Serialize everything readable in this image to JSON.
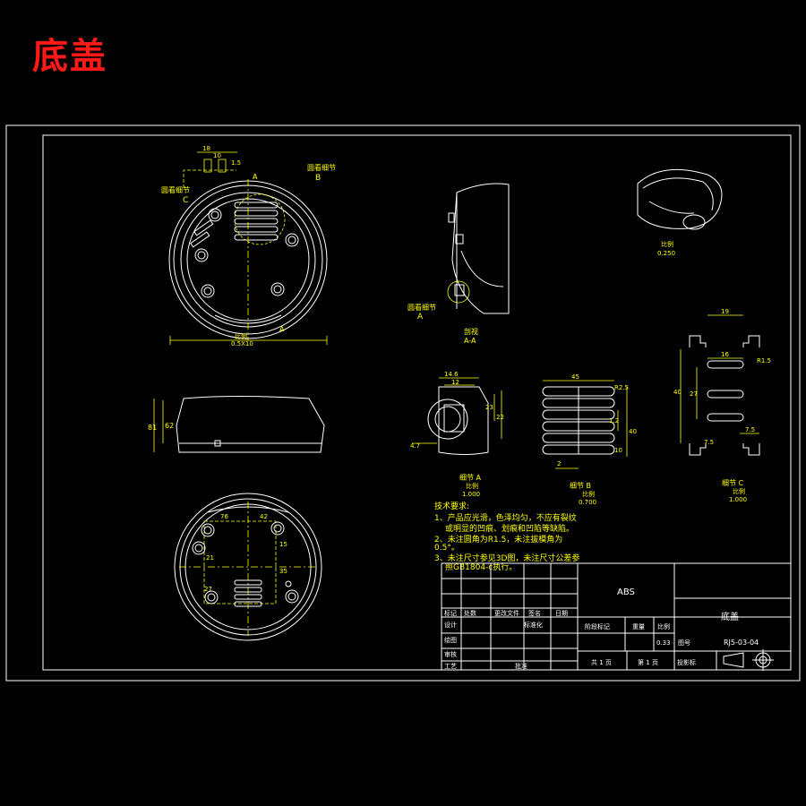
{
  "title": "底盖",
  "labels": {
    "detail_c_callout": "圆看细节",
    "detail_c_letter": "C",
    "detail_b_callout": "圆看细节",
    "detail_b_letter": "B",
    "detail_a_callout": "圆看细节",
    "detail_a_letter": "A",
    "section_mark_top": "A",
    "section_mark_bottom": "A",
    "scale_label": "比例",
    "top_scale": "0.5X10",
    "section_title_1": "剖视",
    "section_title_2": "A-A",
    "iso_scale": "0.250",
    "detail_a_title": "细节 A",
    "detail_a_scale": "1.000",
    "detail_b_title": "细节 B",
    "detail_b_scale": "0.700",
    "detail_c_title": "细节 C",
    "detail_c_scale": "1.000"
  },
  "dimensions": {
    "top_1": "18",
    "top_2": "10",
    "top_3": "1.5",
    "side_h1": "81",
    "side_h2": "62",
    "bot_1": "76",
    "bot_2": "42",
    "bot_3": "15",
    "bot_4": "21",
    "bot_5": "35",
    "bot_6": "27",
    "a_1": "14.6",
    "a_2": "12",
    "a_3": "4.7",
    "a_4": "23",
    "a_5": "22",
    "b_1": "45",
    "b_2": "R2.5",
    "b_3": "1.2",
    "b_4": "40",
    "b_5": "2",
    "b_6": "10",
    "c_1": "19",
    "c_2": "16",
    "c_3": "R1.5",
    "c_4": "40",
    "c_5": "27",
    "c_6": "7.5",
    "c_7": "7.5"
  },
  "notes": {
    "heading": "技术要求:",
    "line1": "1、产品应光滑，色泽均匀，不应有裂纹",
    "line2": "或明显的凹痕、划痕和凹陷等缺陷。",
    "line3": "2、未注圆角为R1.5，未注拔模角为",
    "line4": "0.5°。",
    "line5": "3、未注尺寸参见3D图，未注尺寸公差参",
    "line6": "照GB1804-c执行。"
  },
  "title_block": {
    "material": "ABS",
    "part_name": "底盖",
    "mark": "标记",
    "count": "处数",
    "change_doc": "更改文件",
    "signature": "签名",
    "date": "日期",
    "standard": "标准化",
    "design": "设计",
    "drawing": "绘图",
    "review": "审核",
    "process": "工艺",
    "approve": "批准",
    "stage": "阶段标记",
    "weight_label": "重量",
    "scale_label": "比例",
    "weight": "0.33",
    "drawing_no_label": "图号",
    "drawing_no": "RJ5-03-04",
    "total_pages": "共 1 页",
    "page": "第 1 页",
    "projection_label": "投影标"
  },
  "colors": {
    "title": "#ff1a1a",
    "lines": "#ffffff",
    "annotations": "#ffff00",
    "background": "#000000"
  }
}
